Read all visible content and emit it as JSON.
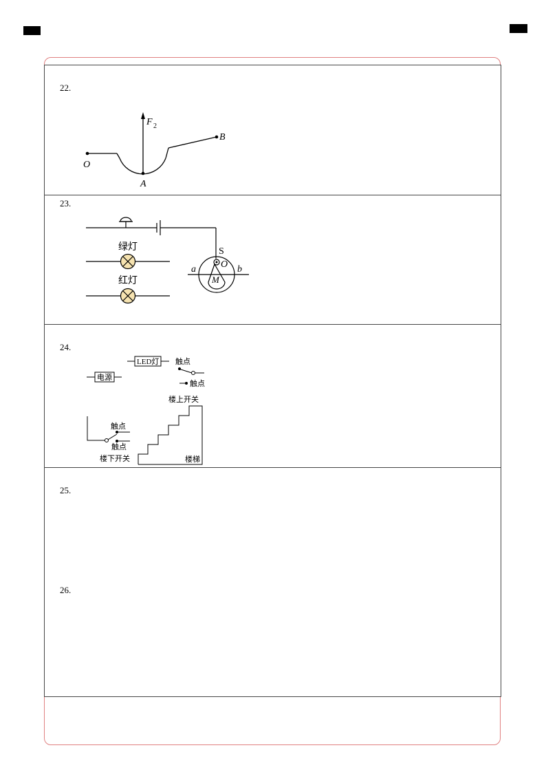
{
  "sections": {
    "q22": {
      "number": "22.",
      "labels": {
        "o": "O",
        "a": "A",
        "b": "B",
        "f": "F",
        "f_sub": "2"
      }
    },
    "q23": {
      "number": "23.",
      "labels": {
        "green": "绿灯",
        "red": "红灯",
        "s": "S",
        "o": "O",
        "a": "a",
        "b": "b",
        "m": "M"
      }
    },
    "q24": {
      "number": "24.",
      "labels": {
        "led": "LED灯",
        "power": "电源",
        "contact1": "触点",
        "contact2": "触点",
        "contact3": "触点",
        "contact4": "触点",
        "upstairs_switch": "楼上开关",
        "downstairs_switch": "楼下开关",
        "stairs": "楼梯"
      }
    },
    "q25": {
      "number": "25."
    },
    "q26": {
      "number": "26."
    }
  }
}
